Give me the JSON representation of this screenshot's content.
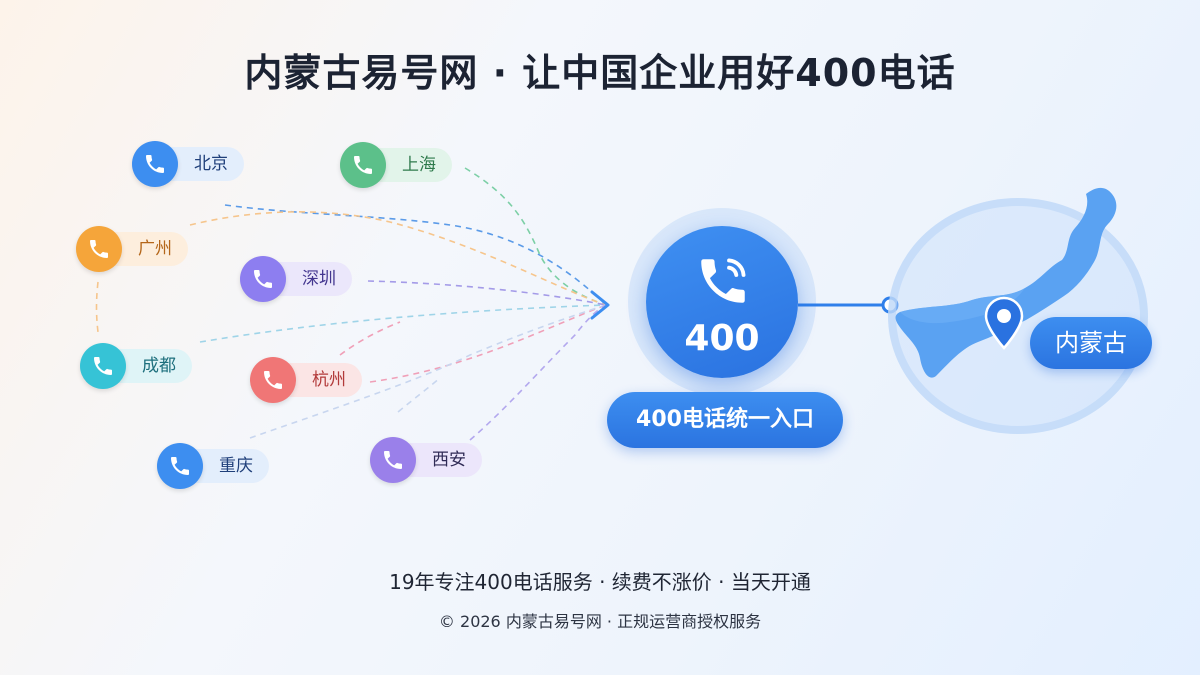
{
  "title": "内蒙古易号网 · 让中国企业用好400电话",
  "cities": [
    {
      "name": "北京",
      "color": "#3d8ef0",
      "chip_bg": "#e3eefc",
      "text_color": "#1f3f7a"
    },
    {
      "name": "上海",
      "color": "#5cc08a",
      "chip_bg": "#e2f4ea",
      "text_color": "#2f7a4c"
    },
    {
      "name": "广州",
      "color": "#f5a53a",
      "chip_bg": "#fdeedd",
      "text_color": "#b4661a"
    },
    {
      "name": "深圳",
      "color": "#8d7ef0",
      "chip_bg": "#ebe7fb",
      "text_color": "#43368f"
    },
    {
      "name": "成都",
      "color": "#36c3d6",
      "chip_bg": "#dff4f7",
      "text_color": "#1d6f7d"
    },
    {
      "name": "杭州",
      "color": "#f07676",
      "chip_bg": "#fbe5e5",
      "text_color": "#b23a3a"
    },
    {
      "name": "重庆",
      "color": "#3d8ef0",
      "chip_bg": "#e3eefc",
      "text_color": "#1f3f7a"
    },
    {
      "name": "西安",
      "color": "#9a80ea",
      "chip_bg": "#ece6fb",
      "text_color": "#2f2a55"
    }
  ],
  "hub": {
    "number": "400",
    "icon": "phone-icon"
  },
  "entry_label": "400电话统一入口",
  "region_label": "内蒙古",
  "tagline": "19年专注400电话服务 · 续费不涨价 · 当天开通",
  "copyright": "© 2026 内蒙古易号网 · 正规运营商授权服务"
}
